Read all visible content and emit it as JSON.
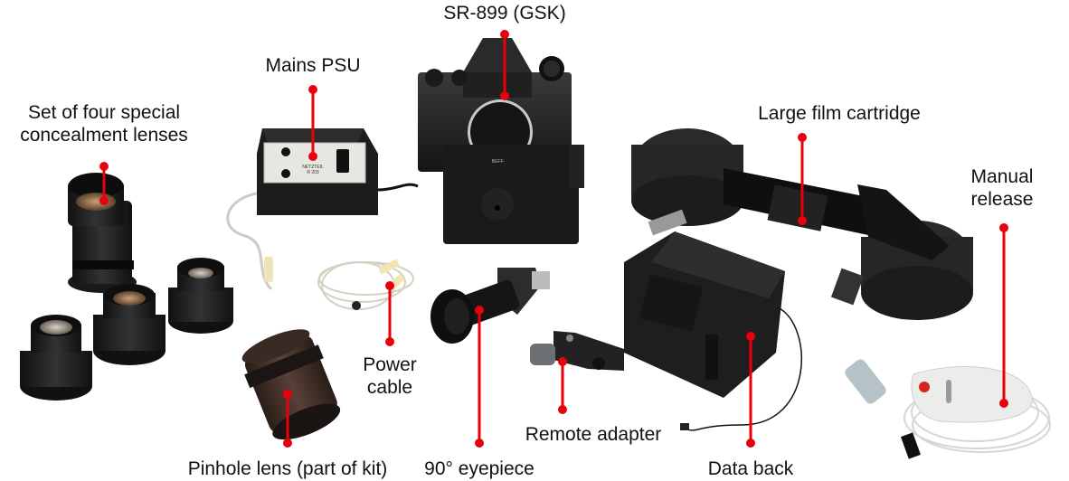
{
  "accent_color": "#e8000d",
  "callouts": [
    {
      "id": "camera",
      "label": "SR-899 (GSK)"
    },
    {
      "id": "psu",
      "label": "Mains PSU"
    },
    {
      "id": "lenses",
      "label": "Set of four special concealment lenses",
      "lines": [
        "Set of four special",
        "concealment lenses"
      ]
    },
    {
      "id": "film-cartridge",
      "label": "Large film cartridge"
    },
    {
      "id": "manual-release",
      "label": "Manual release",
      "lines": [
        "Manual",
        "release"
      ]
    },
    {
      "id": "power-cable",
      "label": "Power cable",
      "lines": [
        "Power",
        "cable"
      ]
    },
    {
      "id": "pinhole",
      "label": "Pinhole lens (part of kit)"
    },
    {
      "id": "eyepiece",
      "label": "90° eyepiece"
    },
    {
      "id": "remote",
      "label": "Remote adapter"
    },
    {
      "id": "data-back",
      "label": "Data back"
    }
  ],
  "psu_panel_text": [
    "NETZTEIL",
    "R 203"
  ],
  "camera_back_text": "BEFF-"
}
